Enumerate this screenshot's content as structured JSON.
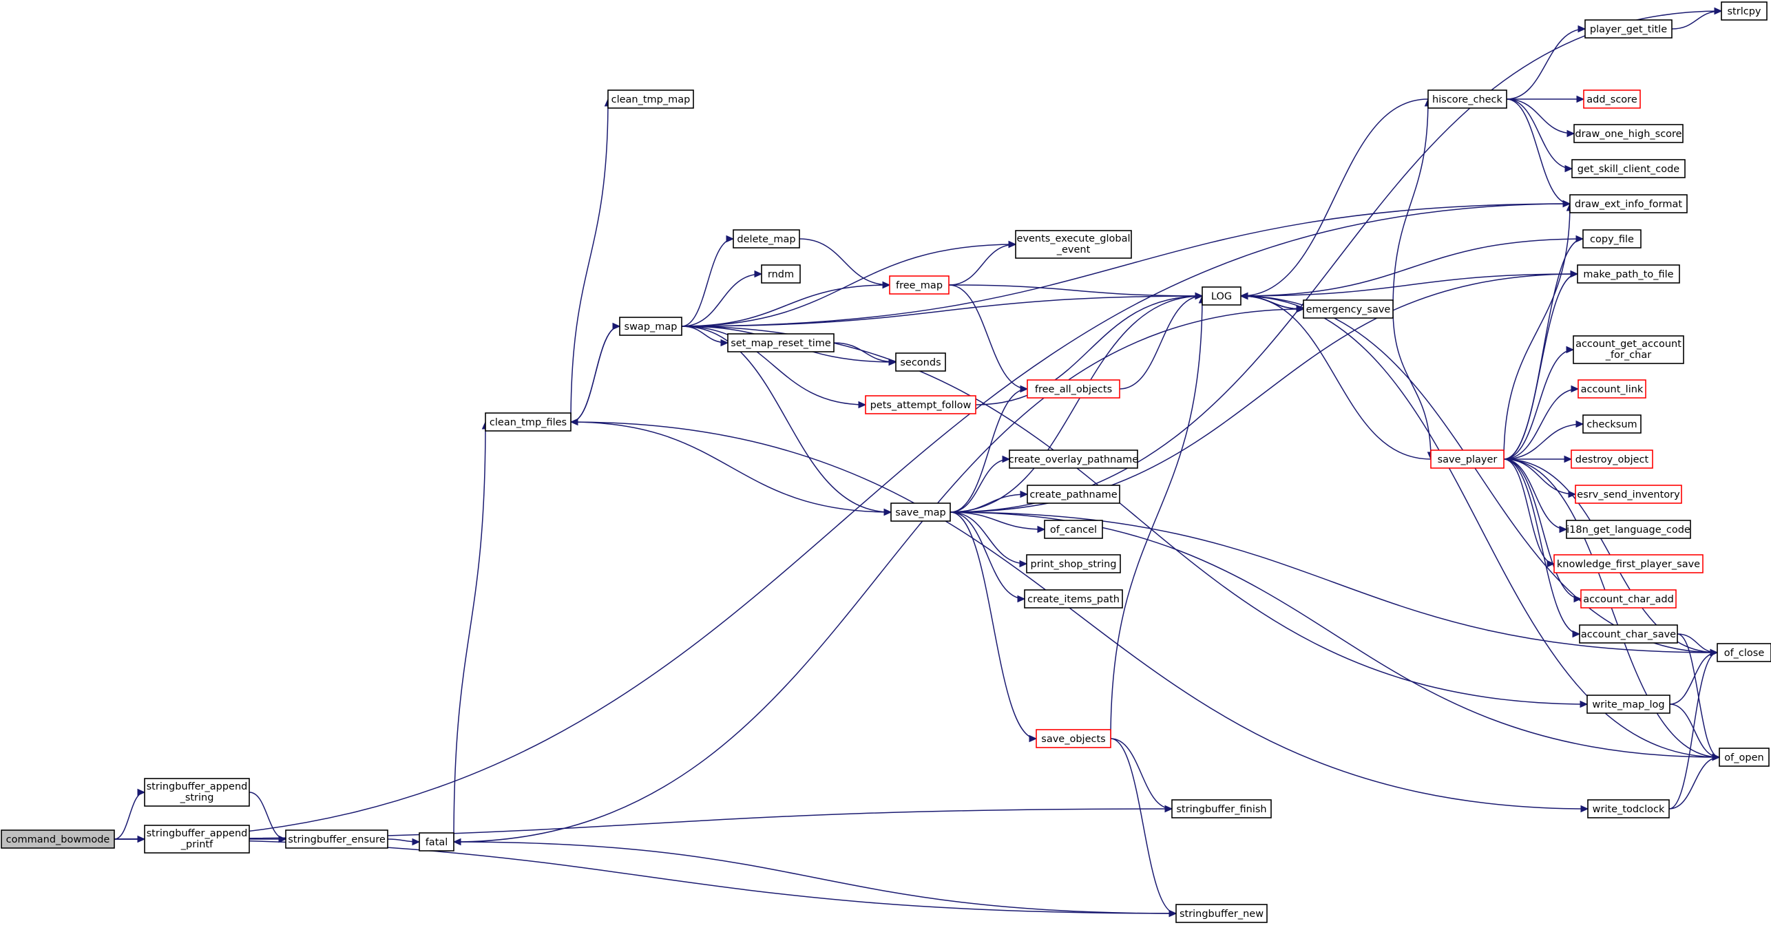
{
  "graph": {
    "colors": {
      "edge": "#191970",
      "node_border": "#000000",
      "truncated_border": "#ff0000",
      "root_fill": "#bfbfbf",
      "node_fill": "#ffffff"
    },
    "nodes": [
      {
        "id": "command_bowmode",
        "label": [
          "command_bowmode"
        ],
        "root": true
      },
      {
        "id": "stringbuffer_append_string",
        "label": [
          "stringbuffer_append",
          "_string"
        ]
      },
      {
        "id": "stringbuffer_append_printf",
        "label": [
          "stringbuffer_append",
          "_printf"
        ]
      },
      {
        "id": "stringbuffer_ensure",
        "label": [
          "stringbuffer_ensure"
        ]
      },
      {
        "id": "fatal",
        "label": [
          "fatal"
        ]
      },
      {
        "id": "clean_tmp_files",
        "label": [
          "clean_tmp_files"
        ]
      },
      {
        "id": "clean_tmp_map",
        "label": [
          "clean_tmp_map"
        ]
      },
      {
        "id": "swap_map",
        "label": [
          "swap_map"
        ]
      },
      {
        "id": "delete_map",
        "label": [
          "delete_map"
        ]
      },
      {
        "id": "rndm",
        "label": [
          "rndm"
        ]
      },
      {
        "id": "set_map_reset_time",
        "label": [
          "set_map_reset_time"
        ]
      },
      {
        "id": "pets_attempt_follow",
        "label": [
          "pets_attempt_follow"
        ],
        "truncated": true
      },
      {
        "id": "free_map",
        "label": [
          "free_map"
        ],
        "truncated": true
      },
      {
        "id": "events_execute_global_event",
        "label": [
          "events_execute_global",
          "_event"
        ]
      },
      {
        "id": "seconds",
        "label": [
          "seconds"
        ]
      },
      {
        "id": "free_all_objects",
        "label": [
          "free_all_objects"
        ],
        "truncated": true
      },
      {
        "id": "save_map",
        "label": [
          "save_map"
        ]
      },
      {
        "id": "create_overlay_pathname",
        "label": [
          "create_overlay_pathname"
        ]
      },
      {
        "id": "create_pathname",
        "label": [
          "create_pathname"
        ]
      },
      {
        "id": "of_cancel",
        "label": [
          "of_cancel"
        ]
      },
      {
        "id": "print_shop_string",
        "label": [
          "print_shop_string"
        ]
      },
      {
        "id": "create_items_path",
        "label": [
          "create_items_path"
        ]
      },
      {
        "id": "save_objects",
        "label": [
          "save_objects"
        ],
        "truncated": true
      },
      {
        "id": "LOG",
        "label": [
          "LOG"
        ]
      },
      {
        "id": "emergency_save",
        "label": [
          "emergency_save"
        ]
      },
      {
        "id": "stringbuffer_finish",
        "label": [
          "stringbuffer_finish"
        ]
      },
      {
        "id": "stringbuffer_new",
        "label": [
          "stringbuffer_new"
        ]
      },
      {
        "id": "hiscore_check",
        "label": [
          "hiscore_check"
        ]
      },
      {
        "id": "player_get_title",
        "label": [
          "player_get_title"
        ]
      },
      {
        "id": "strlcpy",
        "label": [
          "strlcpy"
        ]
      },
      {
        "id": "add_score",
        "label": [
          "add_score"
        ],
        "truncated": true
      },
      {
        "id": "draw_one_high_score",
        "label": [
          "draw_one_high_score"
        ]
      },
      {
        "id": "get_skill_client_code",
        "label": [
          "get_skill_client_code"
        ]
      },
      {
        "id": "draw_ext_info_format",
        "label": [
          "draw_ext_info_format"
        ]
      },
      {
        "id": "copy_file",
        "label": [
          "copy_file"
        ]
      },
      {
        "id": "make_path_to_file",
        "label": [
          "make_path_to_file"
        ]
      },
      {
        "id": "account_get_account_for_char",
        "label": [
          "account_get_account",
          "_for_char"
        ]
      },
      {
        "id": "account_link",
        "label": [
          "account_link"
        ],
        "truncated": true
      },
      {
        "id": "checksum",
        "label": [
          "checksum"
        ]
      },
      {
        "id": "save_player",
        "label": [
          "save_player"
        ],
        "truncated": true
      },
      {
        "id": "destroy_object",
        "label": [
          "destroy_object"
        ],
        "truncated": true
      },
      {
        "id": "esrv_send_inventory",
        "label": [
          "esrv_send_inventory"
        ],
        "truncated": true
      },
      {
        "id": "i18n_get_language_code",
        "label": [
          "i18n_get_language_code"
        ]
      },
      {
        "id": "knowledge_first_player_save",
        "label": [
          "knowledge_first_player_save"
        ],
        "truncated": true
      },
      {
        "id": "account_char_add",
        "label": [
          "account_char_add"
        ],
        "truncated": true
      },
      {
        "id": "account_char_save",
        "label": [
          "account_char_save"
        ]
      },
      {
        "id": "of_close",
        "label": [
          "of_close"
        ]
      },
      {
        "id": "write_map_log",
        "label": [
          "write_map_log"
        ]
      },
      {
        "id": "of_open",
        "label": [
          "of_open"
        ]
      },
      {
        "id": "write_todclock",
        "label": [
          "write_todclock"
        ]
      }
    ],
    "edges": [
      [
        "command_bowmode",
        "stringbuffer_append_string"
      ],
      [
        "command_bowmode",
        "stringbuffer_append_printf"
      ],
      [
        "command_bowmode",
        "draw_ext_info_format"
      ],
      [
        "command_bowmode",
        "stringbuffer_finish"
      ],
      [
        "command_bowmode",
        "stringbuffer_new"
      ],
      [
        "stringbuffer_append_string",
        "stringbuffer_ensure"
      ],
      [
        "stringbuffer_append_printf",
        "stringbuffer_ensure"
      ],
      [
        "stringbuffer_ensure",
        "fatal"
      ],
      [
        "fatal",
        "clean_tmp_files"
      ],
      [
        "fatal",
        "emergency_save"
      ],
      [
        "clean_tmp_files",
        "clean_tmp_map"
      ],
      [
        "clean_tmp_files",
        "swap_map"
      ],
      [
        "clean_tmp_files",
        "save_map"
      ],
      [
        "clean_tmp_files",
        "write_todclock"
      ],
      [
        "swap_map",
        "clean_tmp_files"
      ],
      [
        "swap_map",
        "delete_map"
      ],
      [
        "swap_map",
        "rndm"
      ],
      [
        "swap_map",
        "set_map_reset_time"
      ],
      [
        "swap_map",
        "seconds"
      ],
      [
        "swap_map",
        "pets_attempt_follow"
      ],
      [
        "swap_map",
        "free_map"
      ],
      [
        "swap_map",
        "events_execute_global_event"
      ],
      [
        "swap_map",
        "LOG"
      ],
      [
        "swap_map",
        "draw_ext_info_format"
      ],
      [
        "swap_map",
        "save_map"
      ],
      [
        "swap_map",
        "write_map_log"
      ],
      [
        "delete_map",
        "free_map"
      ],
      [
        "set_map_reset_time",
        "seconds"
      ],
      [
        "pets_attempt_follow",
        "LOG"
      ],
      [
        "free_map",
        "events_execute_global_event"
      ],
      [
        "free_map",
        "free_all_objects"
      ],
      [
        "free_map",
        "LOG"
      ],
      [
        "free_all_objects",
        "LOG"
      ],
      [
        "save_map",
        "free_all_objects"
      ],
      [
        "save_map",
        "create_overlay_pathname"
      ],
      [
        "save_map",
        "create_pathname"
      ],
      [
        "save_map",
        "of_cancel"
      ],
      [
        "save_map",
        "print_shop_string"
      ],
      [
        "save_map",
        "create_items_path"
      ],
      [
        "save_map",
        "save_objects"
      ],
      [
        "save_map",
        "LOG"
      ],
      [
        "save_map",
        "strlcpy"
      ],
      [
        "save_map",
        "make_path_to_file"
      ],
      [
        "save_map",
        "of_close"
      ],
      [
        "save_map",
        "of_open"
      ],
      [
        "save_objects",
        "LOG"
      ],
      [
        "save_objects",
        "stringbuffer_finish"
      ],
      [
        "save_objects",
        "stringbuffer_new"
      ],
      [
        "stringbuffer_new",
        "fatal"
      ],
      [
        "LOG",
        "emergency_save"
      ],
      [
        "emergency_save",
        "LOG"
      ],
      [
        "emergency_save",
        "hiscore_check"
      ],
      [
        "emergency_save",
        "save_player"
      ],
      [
        "hiscore_check",
        "player_get_title"
      ],
      [
        "hiscore_check",
        "add_score"
      ],
      [
        "hiscore_check",
        "draw_one_high_score"
      ],
      [
        "hiscore_check",
        "get_skill_client_code"
      ],
      [
        "hiscore_check",
        "draw_ext_info_format"
      ],
      [
        "hiscore_check",
        "LOG"
      ],
      [
        "player_get_title",
        "strlcpy"
      ],
      [
        "save_player",
        "LOG"
      ],
      [
        "save_player",
        "draw_ext_info_format"
      ],
      [
        "save_player",
        "copy_file"
      ],
      [
        "save_player",
        "make_path_to_file"
      ],
      [
        "save_player",
        "account_get_account_for_char"
      ],
      [
        "save_player",
        "account_link"
      ],
      [
        "save_player",
        "checksum"
      ],
      [
        "save_player",
        "destroy_object"
      ],
      [
        "save_player",
        "esrv_send_inventory"
      ],
      [
        "save_player",
        "i18n_get_language_code"
      ],
      [
        "save_player",
        "knowledge_first_player_save"
      ],
      [
        "save_player",
        "account_char_add"
      ],
      [
        "save_player",
        "account_char_save"
      ],
      [
        "save_player",
        "of_close"
      ],
      [
        "save_player",
        "of_open"
      ],
      [
        "copy_file",
        "LOG"
      ],
      [
        "make_path_to_file",
        "LOG"
      ],
      [
        "account_char_save",
        "of_close"
      ],
      [
        "account_char_save",
        "of_open"
      ],
      [
        "write_map_log",
        "of_close"
      ],
      [
        "write_map_log",
        "of_open"
      ],
      [
        "write_todclock",
        "of_close"
      ],
      [
        "write_todclock",
        "of_open"
      ],
      [
        "of_open",
        "LOG"
      ],
      [
        "of_close",
        "LOG"
      ]
    ]
  }
}
